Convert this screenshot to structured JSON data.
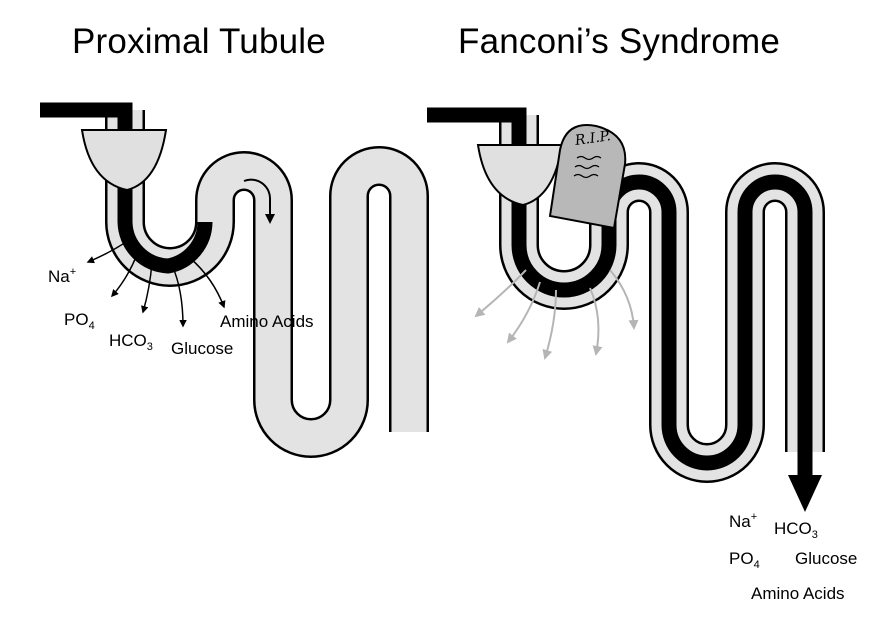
{
  "left": {
    "title": "Proximal Tubule",
    "solutes": {
      "na": {
        "base": "Na",
        "sup": "+"
      },
      "po4": {
        "base": "PO",
        "sub": "4"
      },
      "hco3": {
        "base": "HCO",
        "sub": "3"
      },
      "glucose": "Glucose",
      "amino": "Amino Acids"
    }
  },
  "right": {
    "title": "Fanconi’s Syndrome",
    "tombstone_text": "R.I.P.",
    "solutes": {
      "na": {
        "base": "Na",
        "sup": "+"
      },
      "hco3": {
        "base": "HCO",
        "sub": "3"
      },
      "po4": {
        "base": "PO",
        "sub": "4"
      },
      "glucose": "Glucose",
      "amino": "Amino Acids"
    }
  },
  "colors": {
    "tubule_fill": "#e3e3e3",
    "tubule_outline": "#000000",
    "lumen_flow": "#000000",
    "transporter_cup": "#e0e0e0",
    "tombstone": "#b8b8b8",
    "leak_arrows": "#b5b5b5"
  },
  "icons": {
    "transporter": "cup-shape-icon",
    "tombstone": "tombstone-icon"
  }
}
